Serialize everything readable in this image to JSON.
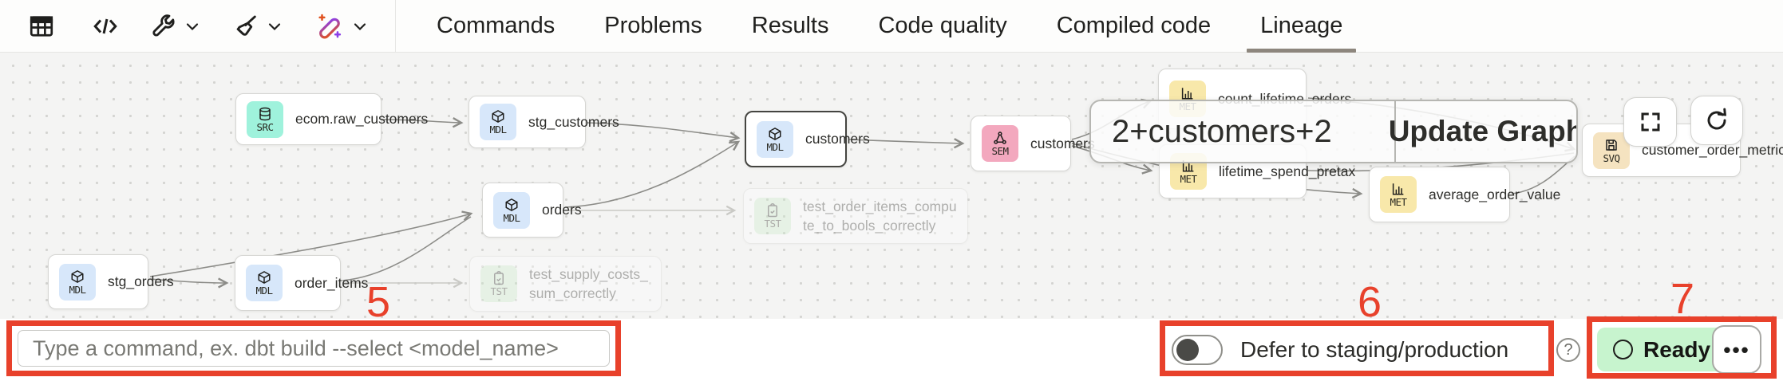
{
  "toolbar": {
    "icons": [
      "table",
      "code",
      "wrench",
      "broom",
      "magic-wand"
    ]
  },
  "tabs": [
    {
      "label": "Commands",
      "active": false
    },
    {
      "label": "Problems",
      "active": false
    },
    {
      "label": "Results",
      "active": false
    },
    {
      "label": "Code quality",
      "active": false
    },
    {
      "label": "Compiled code",
      "active": false
    },
    {
      "label": "Lineage",
      "active": true
    }
  ],
  "graph": {
    "selector": {
      "value": "2+customers+2",
      "update_button": "Update Graph"
    },
    "controls": [
      "fullscreen",
      "refresh"
    ],
    "nodes": [
      {
        "label": "ecom.raw_customers",
        "badge": "SRC",
        "type": "source"
      },
      {
        "label": "stg_customers",
        "badge": "MDL",
        "type": "model"
      },
      {
        "label": "customers",
        "badge": "MDL",
        "type": "model",
        "selected": true
      },
      {
        "label": "customers",
        "badge": "SEM",
        "type": "semantic"
      },
      {
        "label": "count_lifetime_orders",
        "badge": "MET",
        "type": "metric"
      },
      {
        "label": "lifetime_spend_pretax",
        "badge": "MET",
        "type": "metric"
      },
      {
        "label": "average_order_value",
        "badge": "MET",
        "type": "metric"
      },
      {
        "label": "customer_order_metrics",
        "badge": "SVQ",
        "type": "saved-query"
      },
      {
        "label": "orders",
        "badge": "MDL",
        "type": "model"
      },
      {
        "label": "stg_orders",
        "badge": "MDL",
        "type": "model"
      },
      {
        "label": "order_items",
        "badge": "MDL",
        "type": "model"
      },
      {
        "label": "test_order_items_compute_to_bools_correctly",
        "badge": "TST",
        "type": "test",
        "dimmed": true
      },
      {
        "label": "test_supply_costs_sum_correctly",
        "badge": "TST",
        "type": "test",
        "dimmed": true
      }
    ]
  },
  "annotations": {
    "five": "5",
    "six": "6",
    "seven": "7"
  },
  "bottom": {
    "command_input": {
      "value": "",
      "placeholder": "Type a command, ex. dbt build --select <model_name>"
    },
    "defer_toggle": {
      "label": "Defer to staging/production",
      "state": "off"
    },
    "help": "?",
    "status": {
      "label": "Ready"
    },
    "more_button": "•••"
  },
  "colors": {
    "annotation_red": "#E8412B",
    "ready_green": "#C7F4CE",
    "badge_src": "#9FF2DC",
    "badge_mdl": "#D7E7FA",
    "badge_sem": "#F3A8BE",
    "badge_met": "#F8E8AA",
    "badge_svq": "#F5E3C0",
    "badge_tst": "#CDECCD",
    "tab_underline": "#8D867D",
    "edge": "#8C8C88"
  }
}
